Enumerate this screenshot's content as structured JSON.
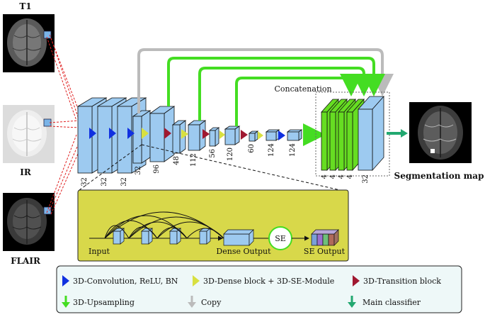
{
  "inputs": {
    "t1_label": "T1",
    "ir_label": "IR",
    "flair_label": "FLAIR"
  },
  "output": {
    "label": "Segmentation map"
  },
  "concat_label": "Concatenation",
  "encoder_channel_labels": [
    "32",
    "32",
    "32",
    "32",
    "96",
    "48",
    "112",
    "56",
    "120",
    "60",
    "124",
    "124"
  ],
  "output_channel_labels": [
    "4",
    "4",
    "4",
    "4",
    "32"
  ],
  "dense_detail": {
    "input_label": "Input",
    "dense_output_label": "Dense Output",
    "se_label": "SE",
    "se_output_label": "SE Output"
  },
  "legend": {
    "conv": "3D-Convolution, ReLU, BN",
    "dense": "3D-Dense block + 3D-SE-Module",
    "transition": "3D-Transition block",
    "upsampling": "3D-Upsampling",
    "copy": "Copy",
    "classifier": "Main classifier"
  },
  "colors": {
    "block_fill": "#9dcaf0",
    "conv_marker": "#1030e0",
    "dense_marker": "#d8e040",
    "transition_marker": "#a01830",
    "upsample": "#44dd22",
    "copy": "#bbbbbb",
    "classifier": "#22a870",
    "detail_bg": "#d8d84a",
    "legend_bg": "#eef8f8"
  }
}
